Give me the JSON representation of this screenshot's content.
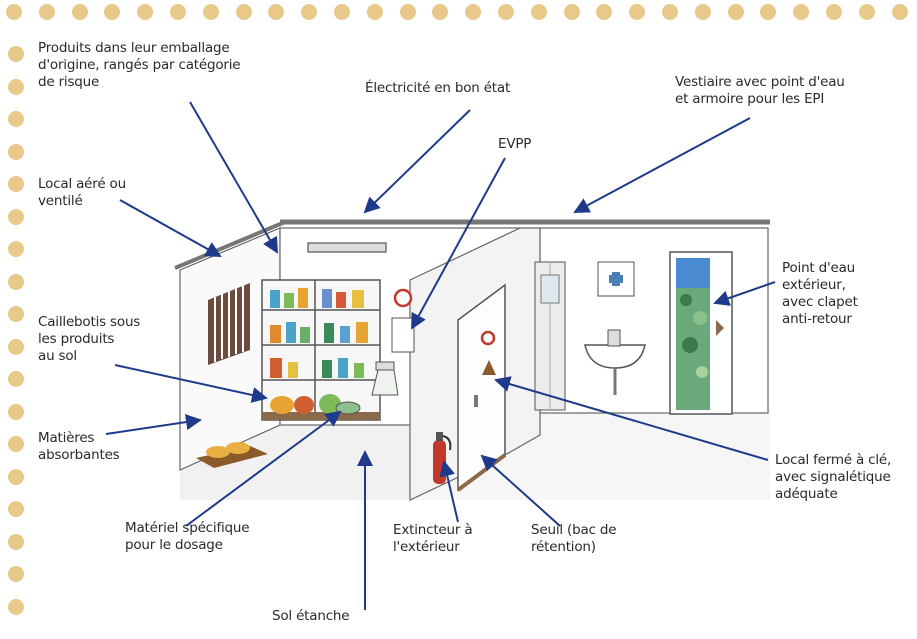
{
  "labels": {
    "produits": "Produits dans leur emballage\nd'origine, rangés par catégorie\nde risque",
    "electricite": "Électricité en bon état",
    "vestiaire": "Vestiaire avec point d'eau\net armoire pour les EPI",
    "evpp": "EVPP",
    "local_aere": "Local aéré ou\nventilé",
    "point_eau": "Point d'eau\nextérieur,\navec clapet\nanti-retour",
    "caillebotis": "Caillebotis sous\nles produits\nau sol",
    "matieres": "Matières\nabsorbantes",
    "local_ferme": "Local fermé à clé,\navec signalétique\nadéquate",
    "materiel": "Matériel spécifique\npour le dosage",
    "extincteur": "Extincteur à\nl'extérieur",
    "seuil": "Seuil (bac de\nrétention)",
    "sol": "Sol étanche"
  },
  "colors": {
    "dot": "#e8c98a",
    "arrow": "#1f3a8a",
    "line": "#555555",
    "extinguisher": "#c0392b"
  }
}
